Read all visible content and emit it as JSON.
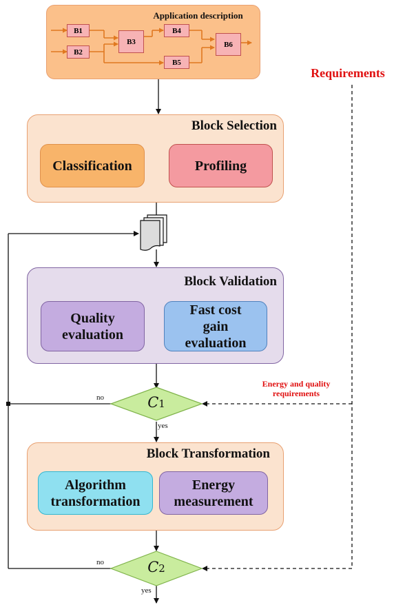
{
  "app_description": {
    "title": "Application description",
    "blocks": [
      "B1",
      "B2",
      "B3",
      "B4",
      "B5",
      "B6"
    ]
  },
  "requirements": "Requirements",
  "block_selection": {
    "title": "Block Selection",
    "classification": "Classification",
    "profiling": "Profiling"
  },
  "block_validation": {
    "title": "Block Validation",
    "quality_line1": "Quality",
    "quality_line2": "evaluation",
    "fast_line1": "Fast cost",
    "fast_line2": "gain",
    "fast_line3": "evaluation"
  },
  "decision1": {
    "symbol": "C",
    "subscript": "1",
    "no": "no",
    "yes": "yes",
    "req_line1": "Energy and quality",
    "req_line2": "requirements"
  },
  "block_transformation": {
    "title": "Block Transformation",
    "algo_line1": "Algorithm",
    "algo_line2": "transformation",
    "energy_line1": "Energy",
    "energy_line2": "measurement"
  },
  "decision2": {
    "symbol": "C",
    "subscript": "2",
    "no": "no",
    "yes": "yes"
  },
  "colors": {
    "orange_stage": "#fbe3cf",
    "orange_box": "#f8b46a",
    "pink_box": "#f49aa0",
    "purple_stage": "#e5dcec",
    "purple_box": "#c4ace0",
    "blue_box": "#9bc2ef",
    "cyan_box": "#8fe0f0",
    "diamond": "#c9ec9e",
    "requirement_red": "#e01010",
    "arrow_orange": "#e07820"
  }
}
